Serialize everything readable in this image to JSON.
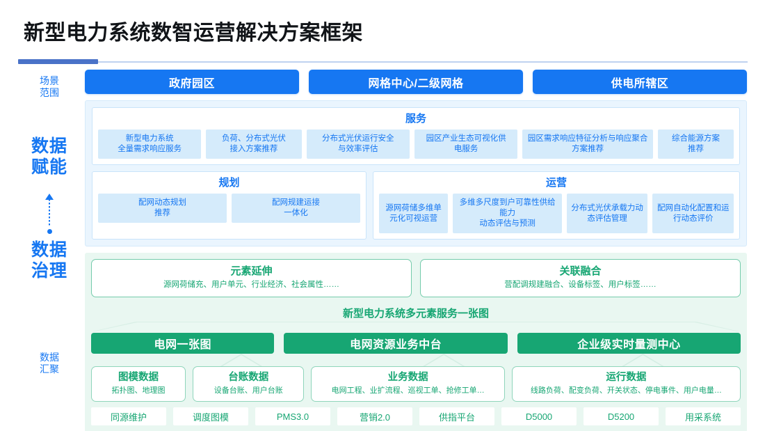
{
  "title": "新型电力系统数智运营解决方案框架",
  "sidebar": {
    "items": [
      {
        "key": "scene",
        "label": "场景\n范围",
        "size": "small"
      },
      {
        "key": "empower",
        "label": "数据\n赋能",
        "size": "big"
      },
      {
        "key": "govern",
        "label": "数据\n治理",
        "size": "big"
      },
      {
        "key": "gather",
        "label": "数据\n汇聚",
        "size": "small"
      }
    ],
    "arrow_icon": "dotted-up-arrow-icon"
  },
  "scene_row": {
    "pills": [
      {
        "label": "政府园区"
      },
      {
        "label": "网格中心/二级网格"
      },
      {
        "label": "供电所辖区"
      }
    ]
  },
  "empowerment": {
    "service_card": {
      "title": "服务",
      "chips": [
        {
          "label": "新型电力系统\n全量需求响应服务",
          "flex": 1.0
        },
        {
          "label": "负荷、分布式光伏\n接入方案推荐",
          "flex": 0.92
        },
        {
          "label": "分布式光伏运行安全\n与效率评估",
          "flex": 1.0
        },
        {
          "label": "园区产业生态可视化供\n电服务",
          "flex": 1.0
        },
        {
          "label": "园区需求响应特征分析与响应聚合\n方案推荐",
          "flex": 1.28
        },
        {
          "label": "综合能源方案\n推荐",
          "flex": 0.72
        }
      ]
    },
    "planning_card": {
      "title": "规划",
      "chips": [
        {
          "label": "配网动态规划\n推荐",
          "flex": 1
        },
        {
          "label": "配网规建运接\n一体化",
          "flex": 1
        }
      ]
    },
    "operation_card": {
      "title": "运营",
      "chips": [
        {
          "label": "源网荷储多维单\n元化可视运营",
          "flex": 0.8
        },
        {
          "label": "多维多尺度到户可靠性供给能力\n动态评估与预测",
          "flex": 1.3
        },
        {
          "label": "分布式光伏承载力动\n态评估管理",
          "flex": 0.95
        },
        {
          "label": "配网自动化配置和运\n行动态评价",
          "flex": 0.95
        }
      ]
    }
  },
  "governance": {
    "cards": [
      {
        "title": "元素延伸",
        "subtitle": "源网荷储充、用户单元、行业经济、社会属性……"
      },
      {
        "title": "关联融合",
        "subtitle": "营配调规建融合、设备标签、用户标签……"
      }
    ]
  },
  "onemap": {
    "title": "新型电力系统多元素服务一张图",
    "bars": [
      {
        "label": "电网一张图",
        "flex": 0.82
      },
      {
        "label": "电网资源业务中台",
        "flex": 1.0
      },
      {
        "label": "企业级实时量测中心",
        "flex": 1.0
      }
    ]
  },
  "aggregation": {
    "cards": [
      {
        "title": "图模数据",
        "subtitle": "拓扑图、地理图",
        "flex": 0.6
      },
      {
        "title": "台账数据",
        "subtitle": "设备台账、用户台账",
        "flex": 0.72
      },
      {
        "title": "业务数据",
        "subtitle": "电网工程、业扩流程、巡视工单、抢修工单…",
        "flex": 1.3
      },
      {
        "title": "运行数据",
        "subtitle": "线路负荷、配变负荷、开关状态、停电事件、用户电量…",
        "flex": 1.55
      }
    ],
    "systems": [
      {
        "label": "同源维护"
      },
      {
        "label": "调度图模"
      },
      {
        "label": "PMS3.0"
      },
      {
        "label": "营销2.0"
      },
      {
        "label": "供指平台"
      },
      {
        "label": "D5000"
      },
      {
        "label": "D5200"
      },
      {
        "label": "用采系统"
      }
    ]
  },
  "colors": {
    "brand_blue": "#1677f2",
    "panel_blue": "#eaf5fe",
    "chip_blue": "#d5ebfb",
    "brand_green": "#17a673",
    "panel_green": "#e9f7f1",
    "divider_blue": "#4a72c8",
    "title_black": "#111418"
  }
}
